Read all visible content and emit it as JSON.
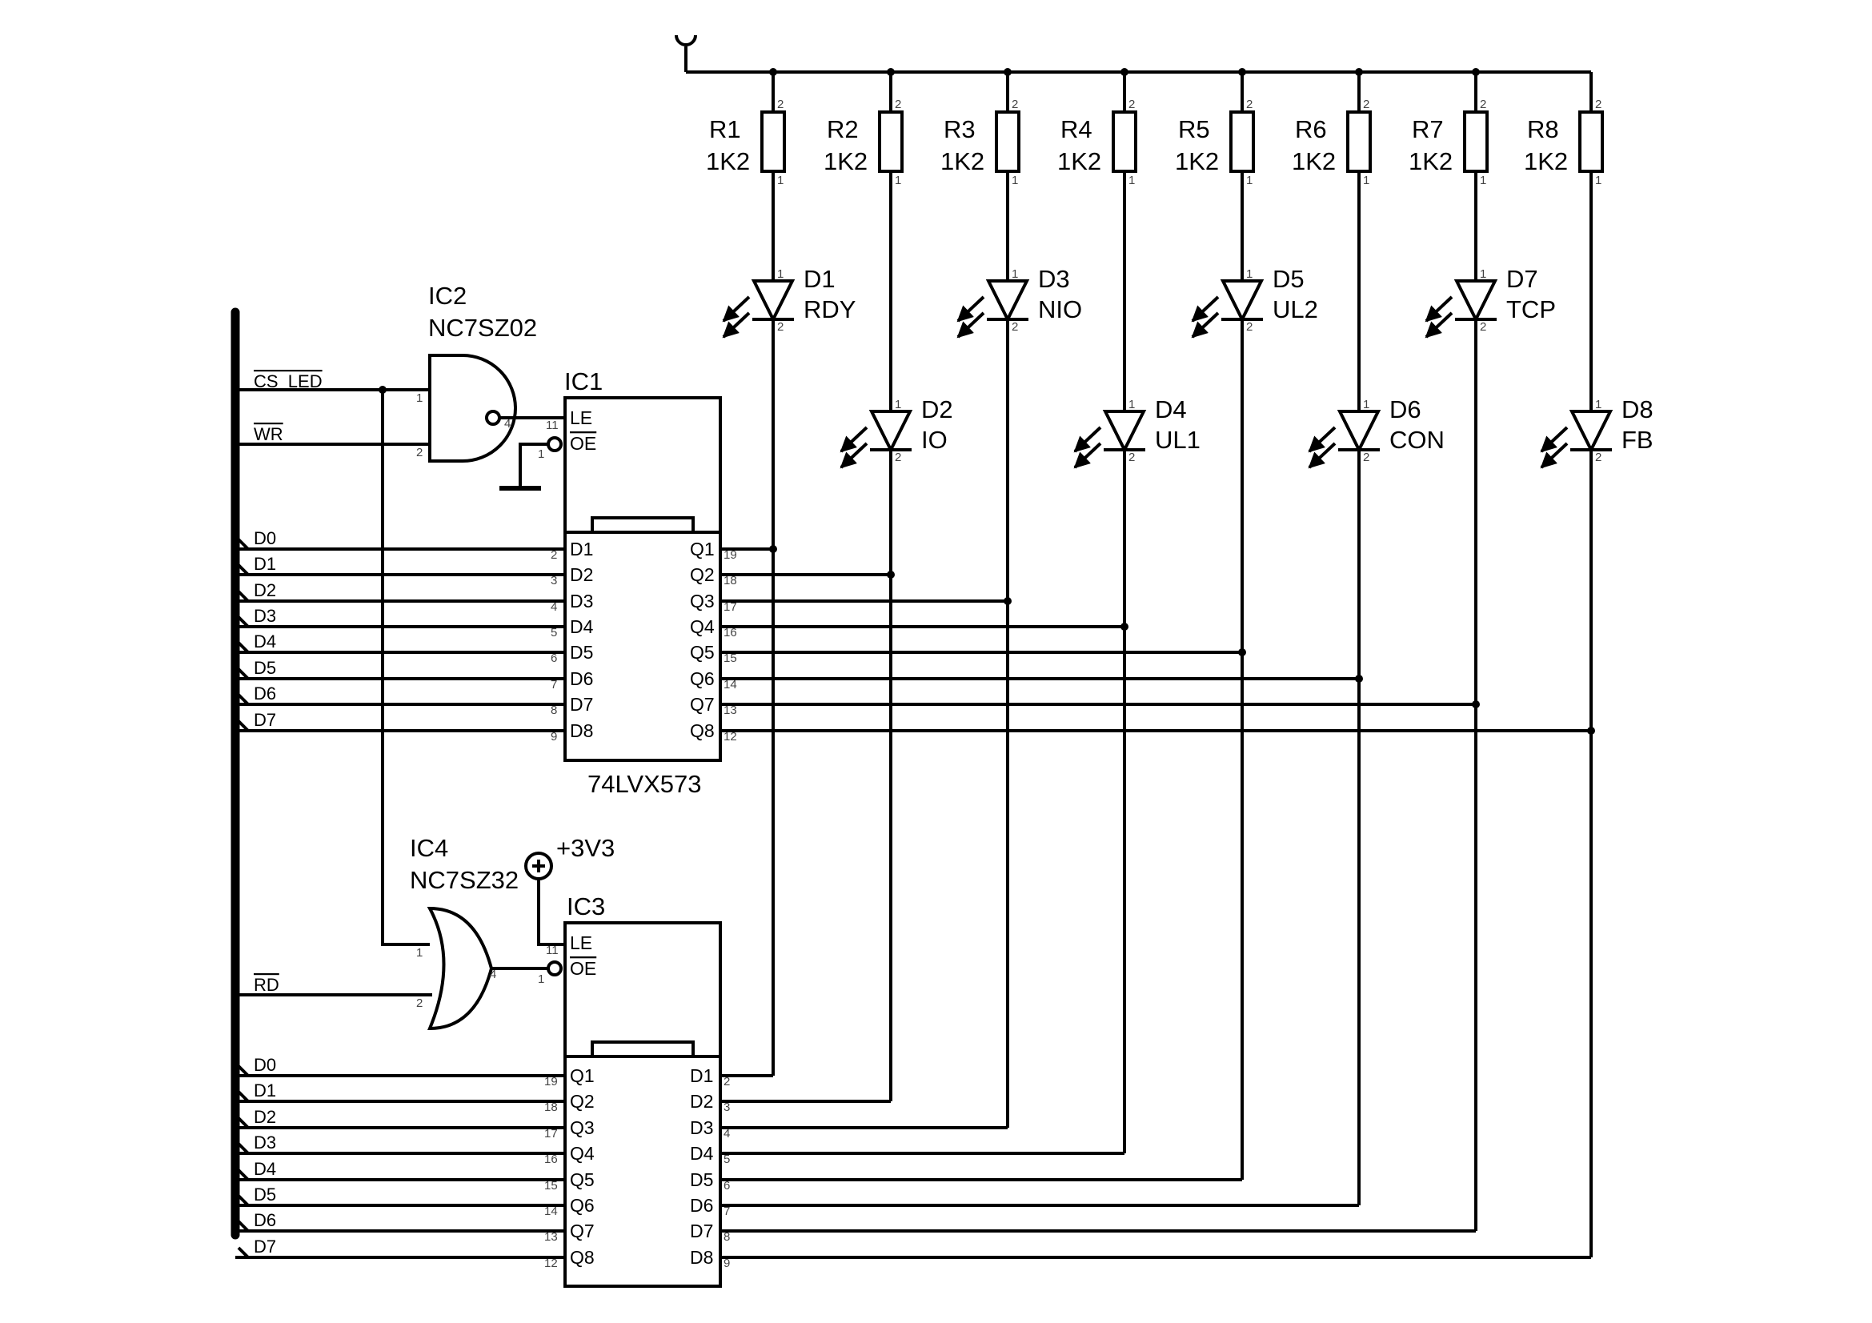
{
  "power": {
    "label": "+3V3"
  },
  "resistors": [
    {
      "ref": "R1",
      "value": "1K2"
    },
    {
      "ref": "R2",
      "value": "1K2"
    },
    {
      "ref": "R3",
      "value": "1K2"
    },
    {
      "ref": "R4",
      "value": "1K2"
    },
    {
      "ref": "R5",
      "value": "1K2"
    },
    {
      "ref": "R6",
      "value": "1K2"
    },
    {
      "ref": "R7",
      "value": "1K2"
    },
    {
      "ref": "R8",
      "value": "1K2"
    }
  ],
  "leds": [
    {
      "ref": "D1",
      "name": "RDY"
    },
    {
      "ref": "D2",
      "name": "IO"
    },
    {
      "ref": "D3",
      "name": "NIO"
    },
    {
      "ref": "D4",
      "name": "UL1"
    },
    {
      "ref": "D5",
      "name": "UL2"
    },
    {
      "ref": "D6",
      "name": "CON"
    },
    {
      "ref": "D7",
      "name": "TCP"
    },
    {
      "ref": "D8",
      "name": "FB"
    }
  ],
  "ic1": {
    "ref": "IC1",
    "part": "74LVX573",
    "le": "LE",
    "oe": "OE",
    "le_pin": "11",
    "oe_pin": "1",
    "inputs": [
      "D1",
      "D2",
      "D3",
      "D4",
      "D5",
      "D6",
      "D7",
      "D8"
    ],
    "outputs": [
      "Q1",
      "Q2",
      "Q3",
      "Q4",
      "Q5",
      "Q6",
      "Q7",
      "Q8"
    ],
    "in_pins": [
      "2",
      "3",
      "4",
      "5",
      "6",
      "7",
      "8",
      "9"
    ],
    "out_pins": [
      "19",
      "18",
      "17",
      "16",
      "15",
      "14",
      "13",
      "12"
    ]
  },
  "ic2": {
    "ref": "IC2",
    "part": "NC7SZ02",
    "in1": "1",
    "in2": "2",
    "out": "4"
  },
  "ic3": {
    "ref": "IC3",
    "le": "LE",
    "oe": "OE",
    "le_pin": "11",
    "oe_pin": "1",
    "left_labels": [
      "Q1",
      "Q2",
      "Q3",
      "Q4",
      "Q5",
      "Q6",
      "Q7",
      "Q8"
    ],
    "right_labels": [
      "D1",
      "D2",
      "D3",
      "D4",
      "D5",
      "D6",
      "D7",
      "D8"
    ],
    "left_pins": [
      "19",
      "18",
      "17",
      "16",
      "15",
      "14",
      "13",
      "12"
    ],
    "right_pins": [
      "2",
      "3",
      "4",
      "5",
      "6",
      "7",
      "8",
      "9"
    ]
  },
  "ic4": {
    "ref": "IC4",
    "part": "NC7SZ32",
    "in1": "1",
    "in2": "2",
    "out": "4"
  },
  "signals": {
    "cs_led": "CS_LED",
    "wr": "WR",
    "rd": "RD"
  },
  "bus_lines": [
    "D0",
    "D1",
    "D2",
    "D3",
    "D4",
    "D5",
    "D6",
    "D7"
  ],
  "resistor_pins": {
    "top": "2",
    "bottom": "1"
  },
  "led_pins": {
    "anode": "1",
    "cathode": "2"
  }
}
